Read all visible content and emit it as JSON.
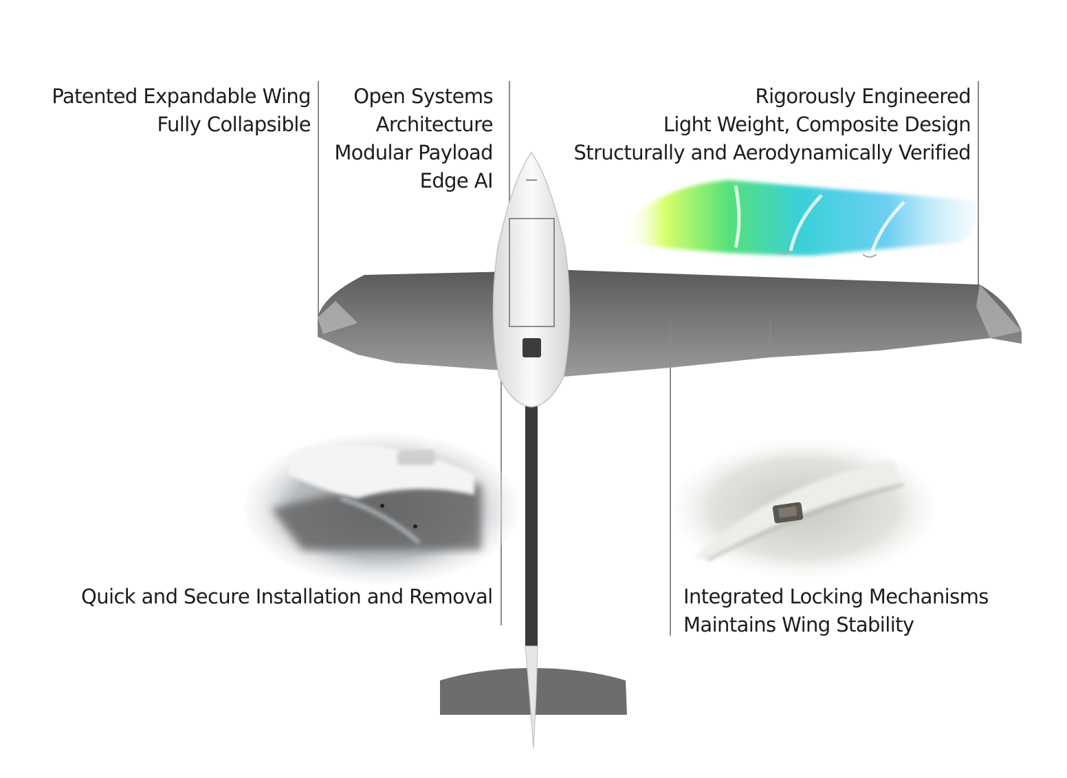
{
  "callouts": {
    "wing": {
      "lines": [
        "Patented Expandable Wing",
        "Fully Collapsible"
      ]
    },
    "open_systems": {
      "lines": [
        "Open Systems",
        "Architecture",
        "Modular Payload",
        "Edge AI"
      ]
    },
    "rigorous": {
      "lines": [
        "Rigorously Engineered",
        "Light Weight, Composite Design",
        "Structurally and Aerodynamically Verified"
      ]
    },
    "installation": {
      "lines": [
        "Quick and Secure Installation and Removal"
      ]
    },
    "locking": {
      "lines": [
        "Integrated Locking Mechanisms",
        "Maintains Wing Stability"
      ]
    }
  },
  "colors": {
    "wing_gray": "#6e6e6e",
    "wing_dark": "#4a4a4a",
    "fuselage": "#f2f2f2",
    "boom": "#3a3a3a",
    "leader_line": "#8a8a8a"
  }
}
